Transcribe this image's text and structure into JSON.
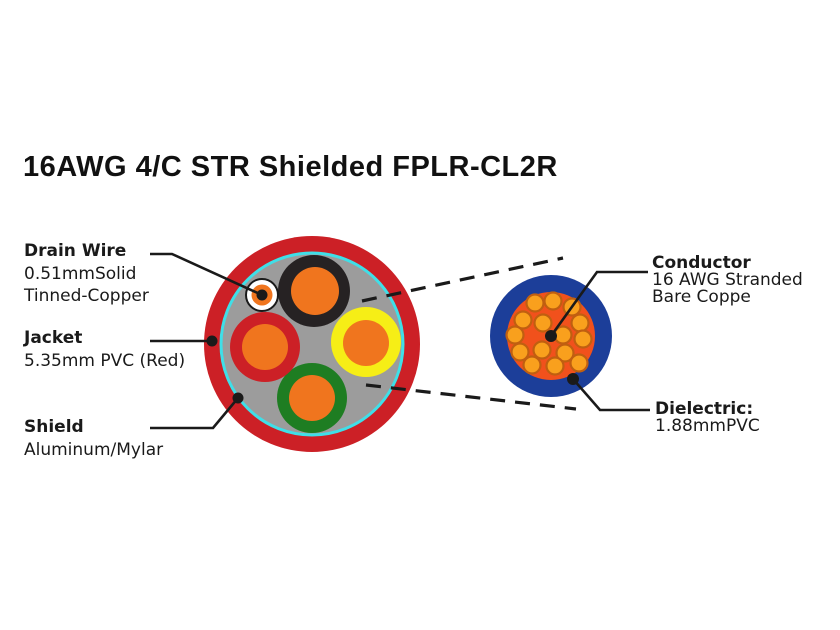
{
  "title": "16AWG 4/C STR Shielded FPLR-CL2R",
  "labels": {
    "left": [
      {
        "heading": "Drain Wire",
        "lines": [
          "0.51mmSolid",
          "Tinned-Copper"
        ]
      },
      {
        "heading": "Jacket",
        "lines": [
          "5.35mm PVC (Red)"
        ]
      },
      {
        "heading": "Shield",
        "lines": [
          "Aluminum/Mylar"
        ]
      }
    ],
    "right": [
      {
        "heading": "Conductor",
        "lines": [
          "16 AWG Stranded",
          "Bare Coppe"
        ]
      },
      {
        "heading": "Dielectric:",
        "lines": [
          "1.88mmPVC"
        ]
      }
    ]
  },
  "colors": {
    "jacket_red": "#cc2026",
    "shield_cyan": "#3fdfe8",
    "filler_gray": "#9c9c9c",
    "core_orange": "#f0751e",
    "insulation_black": "#262223",
    "insulation_yellow": "#f6ee16",
    "insulation_green": "#1e7d22",
    "insulation_red": "#cc2026",
    "drain_white": "#ffffff",
    "dielectric_blue": "#1c3e99",
    "stranded_core": "#f1511c",
    "strand_fill": "#f9a01d",
    "strand_outline": "#c05f10",
    "line_black": "#1a1a1a"
  }
}
